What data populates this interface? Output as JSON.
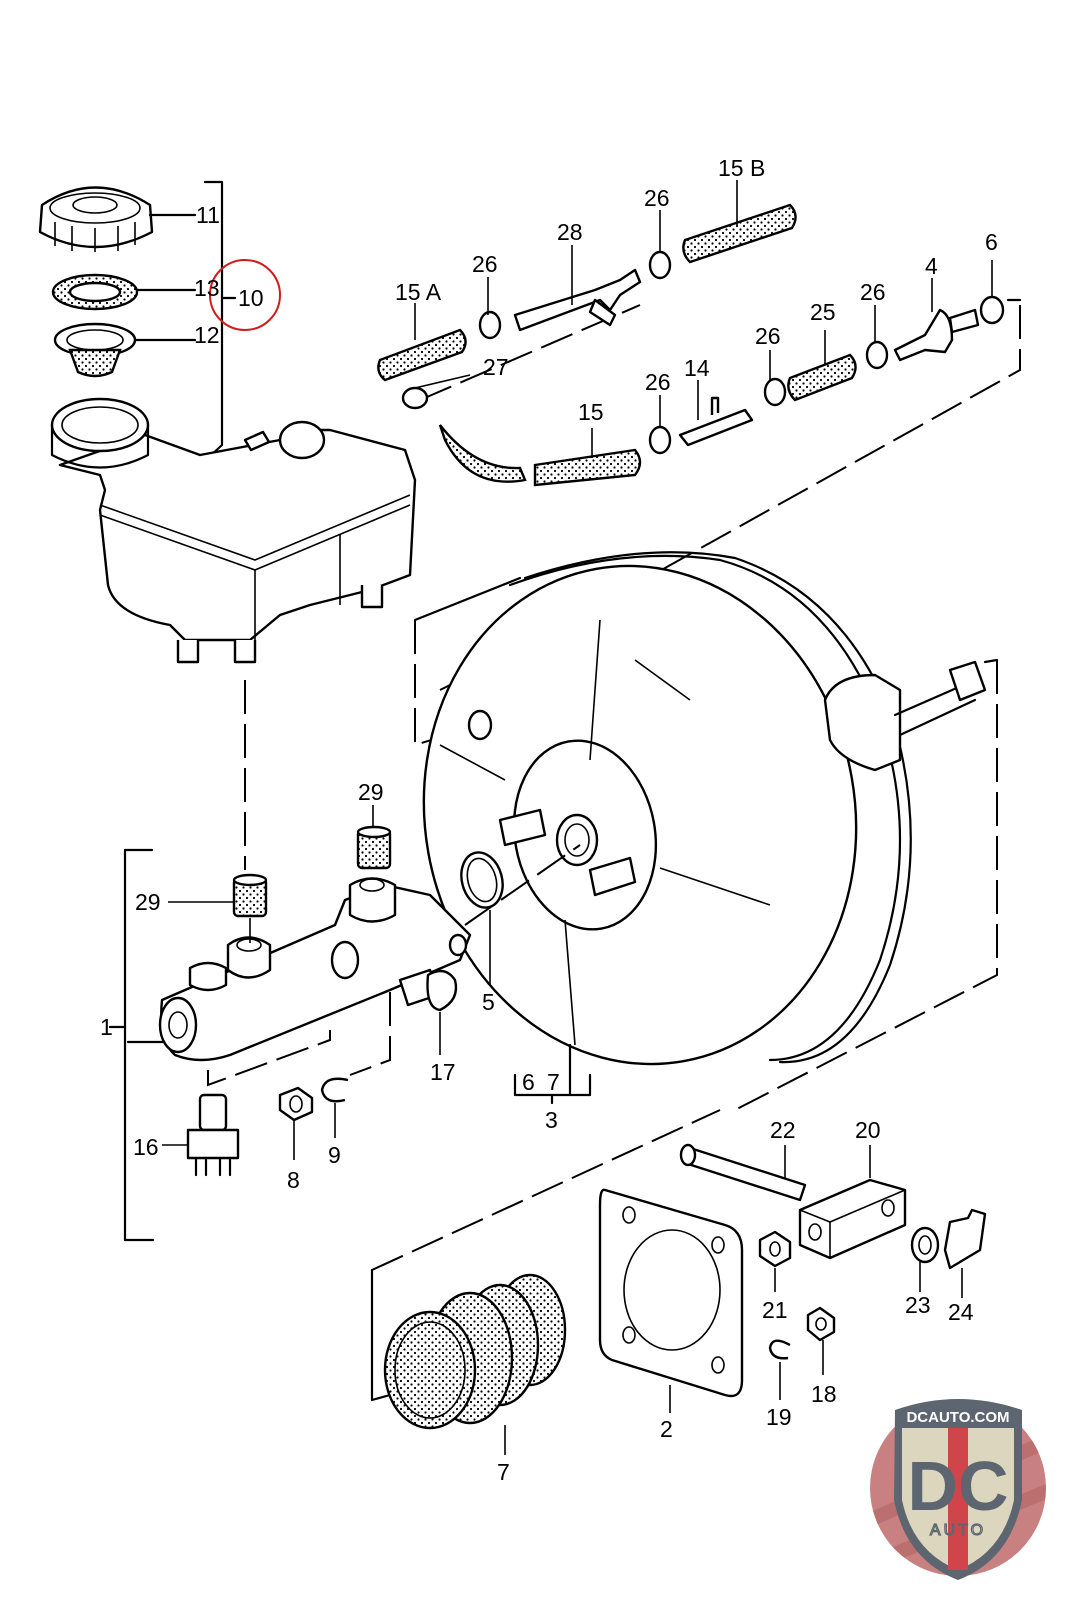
{
  "diagram": {
    "title": "Brake booster and master cylinder exploded parts diagram",
    "highlight_color": "#d11a1a",
    "highlighted_callout": "10",
    "callouts": [
      {
        "id": "c11",
        "label": "11",
        "part": "reservoir-cap"
      },
      {
        "id": "c13",
        "label": "13",
        "part": "cap-seal"
      },
      {
        "id": "c12",
        "label": "12",
        "part": "strainer"
      },
      {
        "id": "c10",
        "label": "10",
        "part": "fluid-reservoir-assembly"
      },
      {
        "id": "c15a",
        "label": "15 A",
        "part": "vacuum-hose-a"
      },
      {
        "id": "c26a",
        "label": "26",
        "part": "hose-clamp"
      },
      {
        "id": "c28",
        "label": "28",
        "part": "t-connector"
      },
      {
        "id": "c26b",
        "label": "26",
        "part": "hose-clamp"
      },
      {
        "id": "c15b",
        "label": "15 B",
        "part": "vacuum-hose-b"
      },
      {
        "id": "c27",
        "label": "27",
        "part": "hose-clamp-small"
      },
      {
        "id": "c15",
        "label": "15",
        "part": "vacuum-hose"
      },
      {
        "id": "c26c",
        "label": "26",
        "part": "hose-clamp"
      },
      {
        "id": "c14",
        "label": "14",
        "part": "connector"
      },
      {
        "id": "c26d",
        "label": "26",
        "part": "hose-clamp"
      },
      {
        "id": "c25",
        "label": "25",
        "part": "hose"
      },
      {
        "id": "c26e",
        "label": "26",
        "part": "hose-clamp"
      },
      {
        "id": "c4",
        "label": "4",
        "part": "check-valve"
      },
      {
        "id": "c6a",
        "label": "6",
        "part": "grommet"
      },
      {
        "id": "c29a",
        "label": "29",
        "part": "sealing-plug"
      },
      {
        "id": "c29b",
        "label": "29",
        "part": "sealing-plug"
      },
      {
        "id": "c1",
        "label": "1",
        "part": "master-cylinder"
      },
      {
        "id": "c16",
        "label": "16",
        "part": "pressure-switch"
      },
      {
        "id": "c8",
        "label": "8",
        "part": "nut"
      },
      {
        "id": "c9",
        "label": "9",
        "part": "lock-washer"
      },
      {
        "id": "c17",
        "label": "17",
        "part": "bolt"
      },
      {
        "id": "c5",
        "label": "5",
        "part": "o-ring"
      },
      {
        "id": "c6b",
        "label": "6",
        "part": "grommet"
      },
      {
        "id": "c7a",
        "label": "7",
        "part": "boot"
      },
      {
        "id": "c3",
        "label": "3",
        "part": "brake-booster"
      },
      {
        "id": "c22",
        "label": "22",
        "part": "pin"
      },
      {
        "id": "c20",
        "label": "20",
        "part": "clevis-block"
      },
      {
        "id": "c21",
        "label": "21",
        "part": "nut"
      },
      {
        "id": "c23",
        "label": "23",
        "part": "washer"
      },
      {
        "id": "c24",
        "label": "24",
        "part": "clip"
      },
      {
        "id": "c19",
        "label": "19",
        "part": "lock-washer"
      },
      {
        "id": "c18",
        "label": "18",
        "part": "nut"
      },
      {
        "id": "c2",
        "label": "2",
        "part": "gasket"
      },
      {
        "id": "c7b",
        "label": "7",
        "part": "boot"
      }
    ]
  },
  "watermark": {
    "site": "DCAUTO.COM",
    "monogram": "DC",
    "word": "AUTO",
    "colors": {
      "ring": "#c98080",
      "shield": "#ddd6bf",
      "band": "#d0454a",
      "text": "#5d6670"
    }
  }
}
